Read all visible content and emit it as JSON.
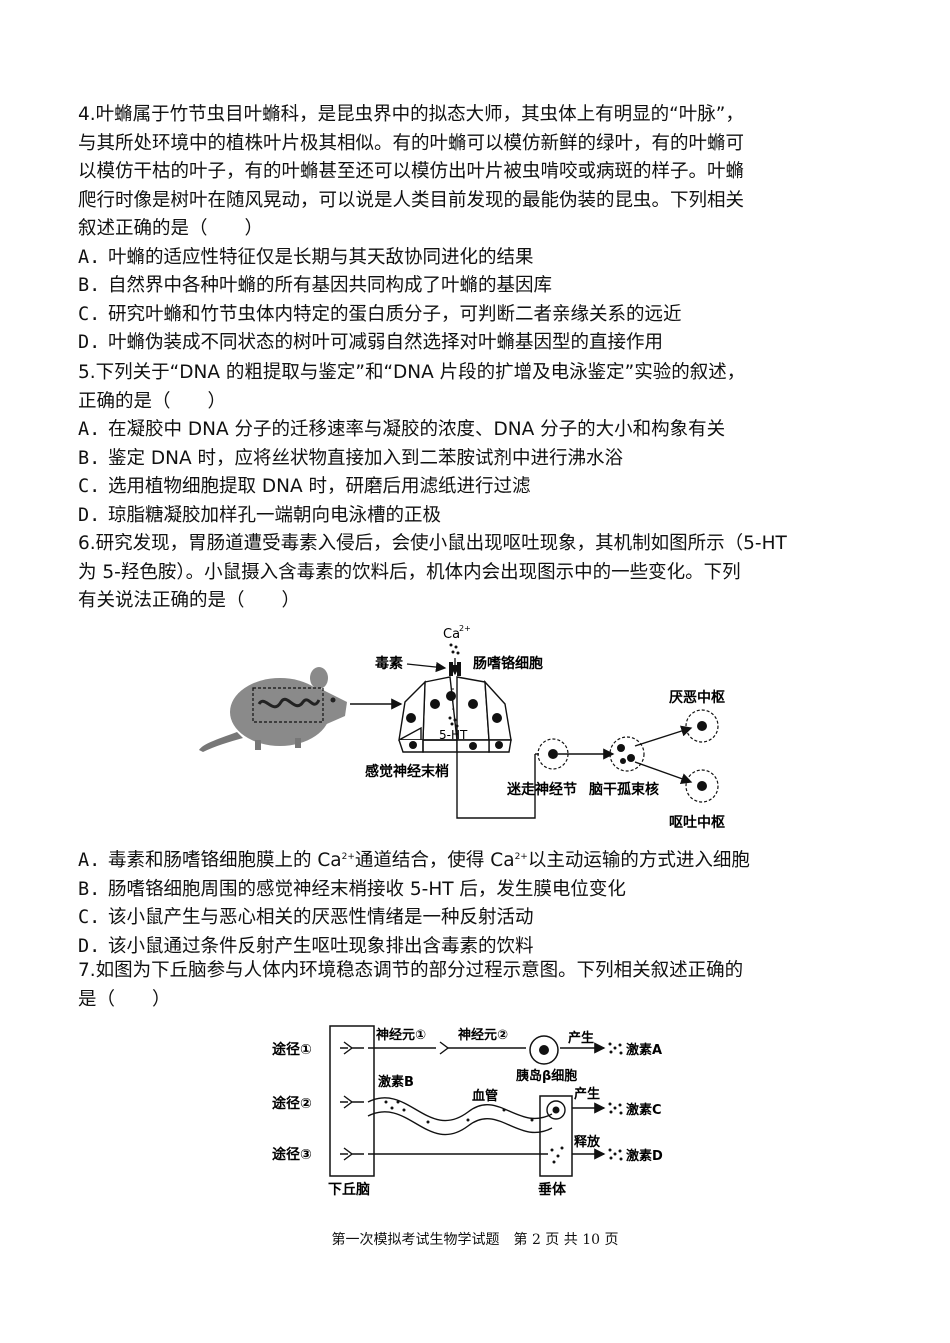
{
  "q4": {
    "lines": [
      "4.叶䗛属于竹节虫目叶䗛科，是昆虫界中的拟态大师，其虫体上有明显的“叶脉”，",
      "与其所处环境中的植株叶片极其相似。有的叶䗛可以模仿新鲜的绿叶，有的叶䗛可",
      "以模仿干枯的叶子，有的叶䗛甚至还可以模仿出叶片被虫啃咬或病斑的样子。叶䗛",
      "爬行时像是树叶在随风晃动，可以说是人类目前发现的最能伪装的昆虫。下列相关",
      "叙述正确的是（　　）"
    ],
    "options": [
      {
        "letter": "A.",
        "text": "叶䗛的适应性特征仅是长期与其天敌协同进化的结果"
      },
      {
        "letter": "B.",
        "text": "自然界中各种叶䗛的所有基因共同构成了叶䗛的基因库"
      },
      {
        "letter": "C.",
        "text": "研究叶䗛和竹节虫体内特定的蛋白质分子，可判断二者亲缘关系的远近"
      },
      {
        "letter": "D.",
        "text": "叶䗛伪装成不同状态的树叶可减弱自然选择对叶䗛基因型的直接作用"
      }
    ]
  },
  "q5": {
    "lines": [
      "5.下列关于“DNA 的粗提取与鉴定”和“DNA 片段的扩增及电泳鉴定”实验的叙述，",
      "正确的是（　　）"
    ],
    "options": [
      {
        "letter": "A.",
        "text": "在凝胶中 DNA 分子的迁移速率与凝胶的浓度、DNA 分子的大小和构象有关"
      },
      {
        "letter": "B.",
        "text": "鉴定 DNA 时，应将丝状物直接加入到二苯胺试剂中进行沸水浴"
      },
      {
        "letter": "C.",
        "text": "选用植物细胞提取 DNA 时，研磨后用滤纸进行过滤"
      },
      {
        "letter": "D.",
        "text": "琼脂糖凝胶加样孔一端朝向电泳槽的正极"
      }
    ]
  },
  "q6": {
    "lines": [
      "6.研究发现，胃肠道遭受毒素入侵后，会使小鼠出现呕吐现象，其机制如图所示（5-HT",
      "为 5-羟色胺）。小鼠摄入含毒素的饮料后，机体内会出现图示中的一些变化。下列",
      "有关说法正确的是（　　）"
    ],
    "figure": {
      "ca": "Ca",
      "ca_sup": "2+",
      "toxin": "毒素",
      "ec_cell": "肠嗜铬细胞",
      "serotonin": "5-HT",
      "sensory": "感觉神经末梢",
      "vagal": "迷走神经节",
      "brainstem": "脑干孤束核",
      "disgust_center": "厌恶中枢",
      "vomit_center": "呕吐中枢"
    },
    "optionA": {
      "letter": "A.",
      "p1": "毒素和肠嗜铬细胞膜上的 Ca",
      "sup1": "2+",
      "p2": "通道结合，使得 Ca",
      "sup2": "2+",
      "p3": "以主动运输的方式进入细胞"
    },
    "options": [
      {
        "letter": "B.",
        "text": "肠嗜铬细胞周围的感觉神经末梢接收 5-HT 后，发生膜电位变化"
      },
      {
        "letter": "C.",
        "text": "该小鼠产生与恶心相关的厌恶性情绪是一种反射活动"
      },
      {
        "letter": "D.",
        "text": "该小鼠通过条件反射产生呕吐现象排出含毒素的饮料"
      }
    ]
  },
  "q7": {
    "lines": [
      "7.如图为下丘脑参与人体内环境稳态调节的部分过程示意图。下列相关叙述正确的",
      "是（　　）"
    ],
    "figure": {
      "path1": "途径①",
      "path2": "途径②",
      "path3": "途径③",
      "neuron1": "神经元①",
      "neuron2": "神经元②",
      "islet_beta": "胰岛β细胞",
      "produce1": "产生",
      "hormoneA": "激素A",
      "hormoneB": "激素B",
      "vessel": "血管",
      "produce2": "产生",
      "hormoneC": "激素C",
      "release": "释放",
      "hormoneD": "激素D",
      "hypothalamus": "下丘脑",
      "pituitary": "垂体"
    }
  },
  "footer": "第一次模拟考试生物学试题　第 2 页 共 10 页"
}
